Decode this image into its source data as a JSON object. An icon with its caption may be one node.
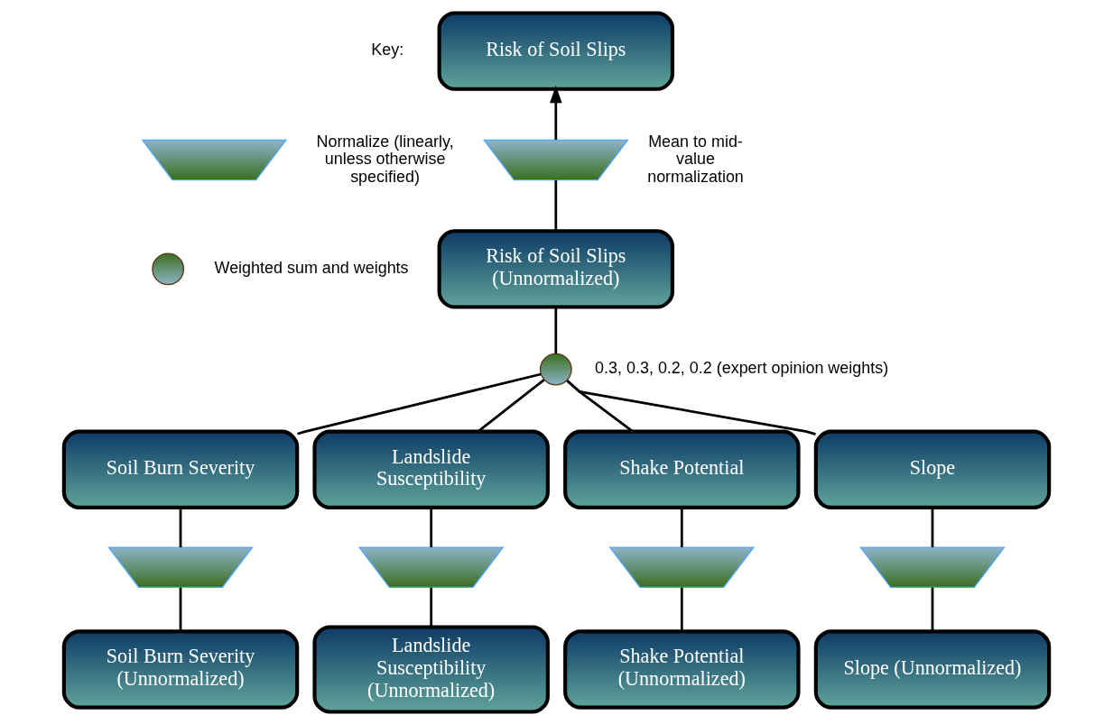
{
  "diagram": {
    "nodes": [
      {
        "text": [
          "Risk of Soil Slips"
        ]
      },
      {
        "text": [],
        "shape": "trapezoid",
        "beside": [
          "Mean to mid-value normalization"
        ]
      },
      {
        "text": [
          "Risk of Soil Slips (Unnormalized)"
        ]
      },
      {
        "text": [],
        "shape": "circle",
        "beside": [
          "0.3, 0.3, 0.2, 0.2 (expert opinion weights)"
        ]
      },
      {
        "text": [
          "Soil Burn Severity"
        ]
      },
      {
        "text": [
          "Landslide Susceptibility"
        ]
      },
      {
        "text": [
          "Shake Potential"
        ]
      },
      {
        "text": [
          "Slope"
        ]
      },
      {
        "text": [],
        "shape": "trapezoid"
      },
      {
        "text": [],
        "shape": "trapezoid"
      },
      {
        "text": [],
        "shape": "trapezoid"
      },
      {
        "text": [],
        "shape": "trapezoid"
      },
      {
        "text": [
          "Soil Burn Severity (Unnormalized)"
        ]
      },
      {
        "text": [
          "Landslide Susceptibility (Unnormalized)"
        ]
      },
      {
        "text": [
          "Shake Potential (Unnormalized)"
        ]
      },
      {
        "text": [
          "Slope (Unnormalized)"
        ]
      },
      {
        "text": [],
        "shape": "trapezoid"
      },
      {
        "text": [],
        "shape": "circle"
      }
    ],
    "edges": [
      {
        "from": 2,
        "to": 1,
        "arrow": "none"
      },
      {
        "from": 1,
        "to": 0,
        "arrow": "to"
      },
      {
        "from": 3,
        "to": 2,
        "arrow": "none"
      },
      {
        "from": 4,
        "to": 3,
        "arrow": "none"
      },
      {
        "from": 5,
        "to": 3,
        "arrow": "none"
      },
      {
        "from": 6,
        "to": 3,
        "arrow": "none"
      },
      {
        "from": 7,
        "to": 3,
        "arrow": "none"
      },
      {
        "from": 8,
        "to": 4,
        "arrow": "none"
      },
      {
        "from": 9,
        "to": 5,
        "arrow": "none"
      },
      {
        "from": 10,
        "to": 6,
        "arrow": "none"
      },
      {
        "from": 11,
        "to": 7,
        "arrow": "none"
      },
      {
        "from": 12,
        "to": 8,
        "arrow": "none"
      },
      {
        "from": 13,
        "to": 9,
        "arrow": "none"
      },
      {
        "from": 14,
        "to": 10,
        "arrow": "none"
      },
      {
        "from": 15,
        "to": 11,
        "arrow": "none"
      }
    ],
    "labels": [
      "Key:"
    ],
    "legend": [
      {
        "text": "Normalize (linearly, unless otherwise specified)"
      },
      {
        "text": "Weighted sum and weights"
      }
    ]
  }
}
